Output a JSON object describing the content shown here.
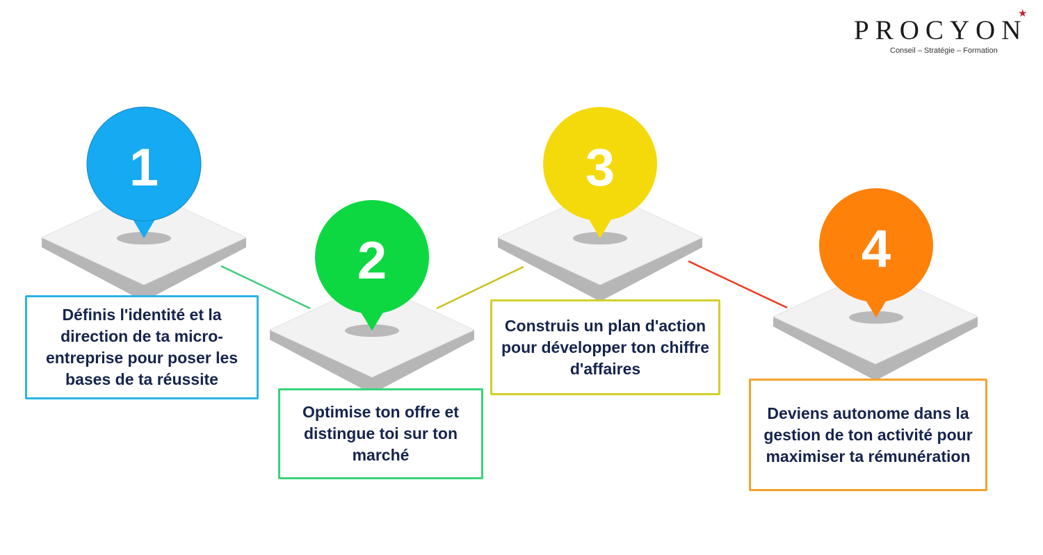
{
  "logo": {
    "name": "PROCYON",
    "tagline": "Conseil – Stratégie – Formation",
    "star_color": "#c81e32"
  },
  "steps": [
    {
      "number": "1",
      "text": "Définis l'identité  et la direction de ta micro-entreprise pour poser les bases de ta réussite",
      "color": "#15aaf2",
      "box_border": "#2bb4e8"
    },
    {
      "number": "2",
      "text": "Optimise ton offre et distingue toi sur ton marché",
      "color": "#0dd842",
      "box_border": "#39d37a"
    },
    {
      "number": "3",
      "text": "Construis un plan d'action pour développer ton chiffre d'affaires",
      "color": "#f4da0b",
      "box_border": "#d3cf2e"
    },
    {
      "number": "4",
      "text": "Deviens autonome dans la gestion de ton activité pour maximiser ta rémunération",
      "color": "#fe810a",
      "box_border": "#f5a22a"
    }
  ],
  "connectors": [
    {
      "from": "1",
      "to": "2",
      "color": "#3ecb7a"
    },
    {
      "from": "2",
      "to": "3",
      "color": "#c9c21a"
    },
    {
      "from": "3",
      "to": "4",
      "color": "#ee3a1e"
    }
  ],
  "text_color": "#15244d"
}
